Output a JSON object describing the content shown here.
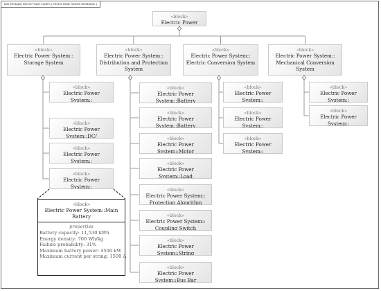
{
  "frame": {
    "tab_label": "bdd [Package] Electric Power System [ Electric Power System Breakdown ]"
  },
  "stereotype": "«block»",
  "root": {
    "name": "Electric Power System"
  },
  "categories": [
    {
      "name": "Electric Power System::\nStorage System"
    },
    {
      "name": "Electric Power System::\nDistribution and Protection\nSystem"
    },
    {
      "name": "Electric Power System::\nElectric Conversion System"
    },
    {
      "name": "Electric Power System::\nMechanical Conversion\nSystem"
    }
  ],
  "storage_children": [
    {
      "name": "Electric Power System::\nBattery Management\nSystem"
    },
    {
      "name": "Electric Power System::DC/\nDC Converter"
    },
    {
      "name": "Electric Power System::\nAuxiliary Battery"
    },
    {
      "name": "Electric Power System::\nMain Battery"
    }
  ],
  "distribution_children": [
    {
      "name": "Electric Power System::Battery\nCircuit Breaker"
    },
    {
      "name": "Electric Power System::Battery\nCables"
    },
    {
      "name": "Electric Power System::Motor\nCricuit Breaker"
    },
    {
      "name": "Electric Power System::Load\nCables"
    },
    {
      "name": "Electric Power System::\nProtection Algorithm"
    },
    {
      "name": "Electric Power System::\nCoupling Switch"
    },
    {
      "name": "Electric Power System::String\nCoupler"
    },
    {
      "name": "Electric Power System::Bus Bar"
    }
  ],
  "conversion_children": [
    {
      "name": "Electric Power System::\nElectric Motor"
    },
    {
      "name": "Electric Power System::\nMotor Control System"
    },
    {
      "name": "Electric Power System::\nAC / DC Converter"
    }
  ],
  "mechanical_children": [
    {
      "name": "Electric Power System::\nGearbox"
    },
    {
      "name": "Electric Power System::\nPropeller"
    }
  ],
  "detail": {
    "name": "Electric Power System::Main Battery",
    "properties_title": "properties",
    "properties": [
      "Battery capacity: 11,530 kWh",
      "Energy density: 700 Wh/kg",
      "Failure probability: 31%",
      "Maximum battery power: 4500 kW",
      "Maximum current per string: 1500 A"
    ]
  },
  "colors": {
    "line": "#9a9a9a",
    "block_border": "#c9c9c9",
    "detail_border": "#222222"
  }
}
